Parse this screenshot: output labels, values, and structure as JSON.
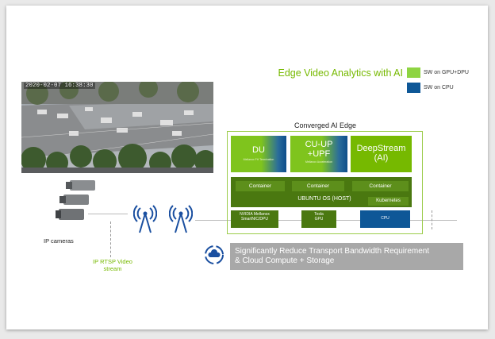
{
  "title": "Edge Video Analytics with AI",
  "legend": [
    {
      "label": "SW on GPU+DPU",
      "color": "#8ed442"
    },
    {
      "label": "SW on CPU",
      "color": "#0e5797"
    }
  ],
  "camera_feed": {
    "timestamp": "2020-02-07 16:38:30"
  },
  "edge": {
    "heading": "Converged AI Edge",
    "blocks": [
      {
        "name": "DU",
        "sub": "Mellanox FH Termination"
      },
      {
        "name": "CU-UP\n+UPF",
        "sub": "Mellanox Acceleration"
      },
      {
        "name": "DeepStream\n(AI)",
        "sub": ""
      }
    ],
    "containers": [
      "Container",
      "Container",
      "Container"
    ],
    "os_label": "UBUNTU OS (HOST)",
    "kubernetes": "Kubernetes",
    "hardware": [
      {
        "label": "NVIDIA Mellanox\nSmartNIC/DPU"
      },
      {
        "label": "Tesla\nGPU"
      },
      {
        "label": "CPU"
      }
    ]
  },
  "cameras_label": "IP cameras",
  "stream_label": "IP RTSP Video\nstream",
  "banner": "Significantly Reduce Transport Bandwidth Requirement\n& Cloud Compute + Storage",
  "colors": {
    "nvidia_green": "#76b900",
    "cpu_blue": "#0e5797",
    "dark_green": "#4a7810"
  }
}
